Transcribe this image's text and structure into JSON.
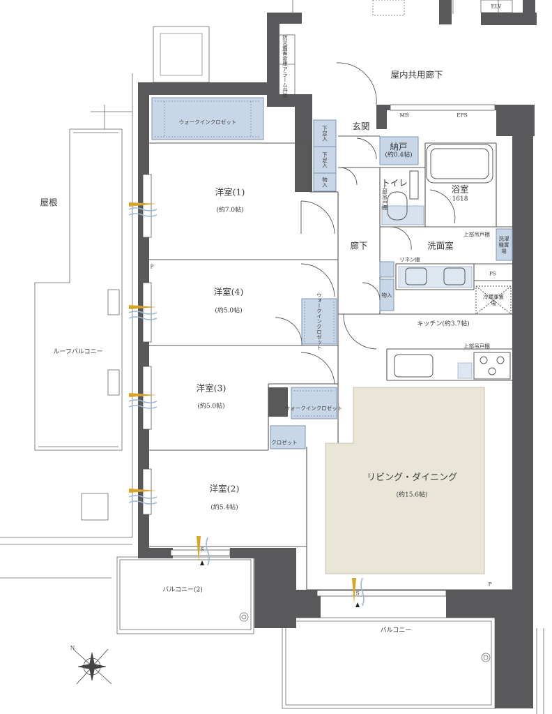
{
  "rooms": {
    "western1": {
      "name": "洋室(1)",
      "size": "(約7.0帖)"
    },
    "western2": {
      "name": "洋室(2)",
      "size": "(約5.4帖)"
    },
    "western3": {
      "name": "洋室(3)",
      "size": "(約5.0帖)"
    },
    "western4": {
      "name": "洋室(4)",
      "size": "(約5.0帖)"
    },
    "ldk": {
      "name": "リビング・ダイニング",
      "size": "(約15.6帖)"
    },
    "kitchen": {
      "name": "キッチン(約3.7帖)"
    },
    "storage": {
      "name": "納戸",
      "size": "(約0.4帖)"
    },
    "bath": {
      "name": "浴室",
      "size": "1618"
    },
    "washroom": {
      "name": "洗面室"
    },
    "toilet": {
      "name": "トイレ"
    },
    "entrance": {
      "name": "玄関"
    },
    "hallway": {
      "name": "廊下"
    },
    "common_corridor": {
      "name": "屋内共用廊下"
    }
  },
  "closets": {
    "wic_top": "ウォークインクロゼット",
    "wic_room4": "ウォークインクロゼット",
    "wic_room3": "ウォークインクロゼット",
    "closet_room2": "クロゼット",
    "shoes1": "下足入",
    "shoes2": "下足入",
    "storage1": "物入",
    "storage2": "物入",
    "linen": "リネン庫",
    "upper_shelf_toilet": "上部吊戸棚",
    "upper_shelf_wash": "上部吊戸棚",
    "upper_shelf_kitchen": "上部吊戸棚",
    "washing_machine": "洗濯機置場",
    "fridge": "冷蔵庫置場"
  },
  "exterior": {
    "roof": "屋根",
    "roof_balcony": "ルーフバルコニー",
    "balcony": "バルコニー",
    "balcony2": "バルコニー(2)",
    "disaster_storage": "防災備蓄倉庫",
    "alarm_valve": "アラーム弁室"
  },
  "markers": {
    "elv": "ELV",
    "mb": "MB",
    "eps": "EPS",
    "ps": "PS",
    "p": "P",
    "s": "S",
    "north": "N"
  },
  "colors": {
    "wall": "#59595b",
    "closet_fill": "#c8d7e8",
    "closet_stroke": "#7d93b3",
    "ldk_fill": "#e9e6d7",
    "line": "#555555",
    "airflow": "#9bb8d8",
    "sun": "#d8a528"
  }
}
